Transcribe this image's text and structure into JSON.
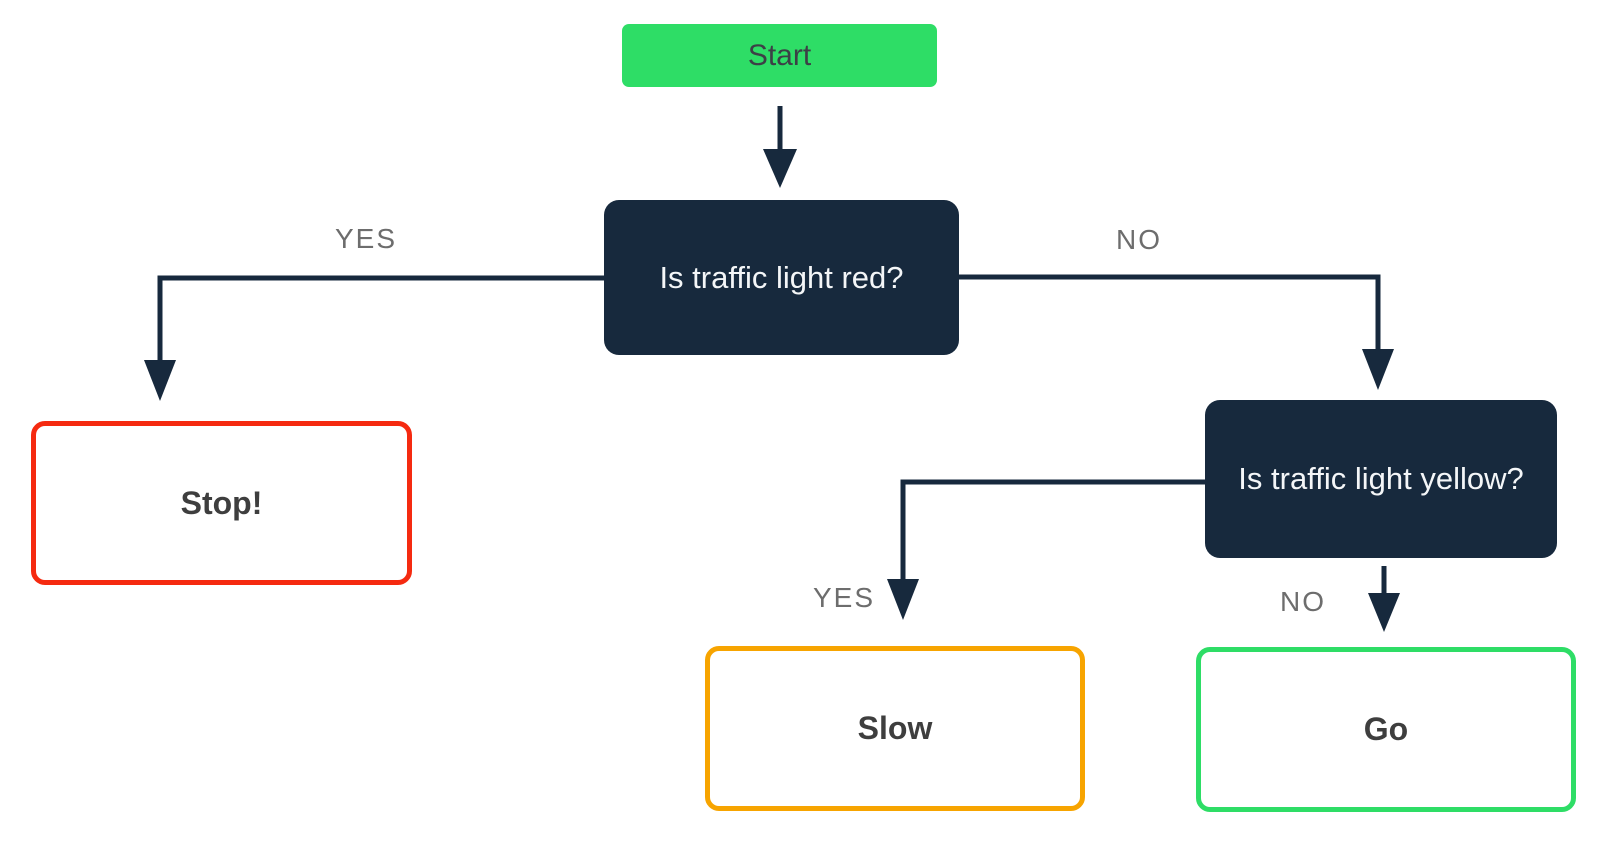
{
  "diagram": {
    "type": "flowchart",
    "background": "#ffffff",
    "colors": {
      "green": "#2edd66",
      "navy": "#17293d",
      "red": "#f52a10",
      "orange": "#f7a400",
      "edge_label_gray": "#6d6d6d",
      "outcome_text": "#3e3e3e",
      "start_text": "#3c4046",
      "decision_text": "#f4f6f8"
    },
    "nodes": {
      "start": {
        "label": "Start",
        "kind": "terminal",
        "fill": "#2edd66"
      },
      "q_red": {
        "label": "Is traffic light red?",
        "kind": "decision",
        "fill": "#17293d"
      },
      "q_yellow": {
        "label": "Is traffic light yellow?",
        "kind": "decision",
        "fill": "#17293d"
      },
      "stop": {
        "label": "Stop!",
        "kind": "outcome",
        "border": "#f52a10"
      },
      "slow": {
        "label": "Slow",
        "kind": "outcome",
        "border": "#f7a400"
      },
      "go": {
        "label": "Go",
        "kind": "outcome",
        "border": "#2edd66"
      }
    },
    "edges": [
      {
        "from": "start",
        "to": "q_red",
        "label": ""
      },
      {
        "from": "q_red",
        "to": "stop",
        "label": "YES"
      },
      {
        "from": "q_red",
        "to": "q_yellow",
        "label": "NO"
      },
      {
        "from": "q_yellow",
        "to": "slow",
        "label": "YES"
      },
      {
        "from": "q_yellow",
        "to": "go",
        "label": "NO"
      }
    ]
  }
}
